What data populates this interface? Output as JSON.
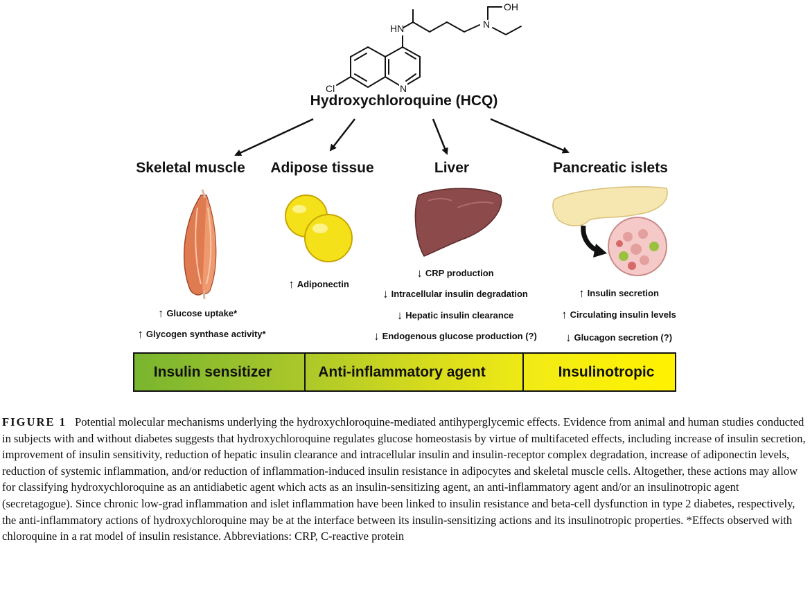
{
  "diagram": {
    "drug": {
      "title": "Hydroxychloroquine (HCQ)",
      "atoms": {
        "hn": "HN",
        "n_amine": "N",
        "oh": "OH",
        "cl": "Cl",
        "n_ring": "N"
      }
    },
    "targets": [
      {
        "id": "muscle",
        "title": "Skeletal muscle",
        "icon": "muscle-icon",
        "effects": [
          {
            "dir": "up",
            "text": "Glucose uptake*"
          },
          {
            "dir": "up",
            "text": "Glycogen synthase activity*"
          }
        ]
      },
      {
        "id": "adipose",
        "title": "Adipose tissue",
        "icon": "adipocyte-icon",
        "effects": [
          {
            "dir": "up",
            "text": "Adiponectin"
          }
        ]
      },
      {
        "id": "liver",
        "title": "Liver",
        "icon": "liver-icon",
        "effects": [
          {
            "dir": "down",
            "text": "CRP production"
          },
          {
            "dir": "down",
            "text": "Intracellular insulin degradation"
          },
          {
            "dir": "down",
            "text": "Hepatic insulin clearance"
          },
          {
            "dir": "down",
            "text": "Endogenous glucose production (?)"
          }
        ]
      },
      {
        "id": "pancreas",
        "title": "Pancreatic islets",
        "icon": "pancreas-islet-icon",
        "effects": [
          {
            "dir": "up",
            "text": "Insulin secretion"
          },
          {
            "dir": "up",
            "text": "Circulating insulin levels"
          },
          {
            "dir": "down",
            "text": "Glucagon secretion (?)"
          }
        ]
      }
    ],
    "bar": {
      "left": "Insulin sensitizer",
      "center": "Anti-inflammatory agent",
      "right": "Insulinotropic"
    },
    "colors": {
      "bar_start": "#79b52f",
      "bar_end": "#fff200",
      "muscle": "#e07a50",
      "fat": "#f5e11a",
      "liver": "#8c4a4a",
      "pancreas": "#f6e6b0"
    }
  },
  "caption": {
    "label": "FIGURE 1",
    "text": "Potential molecular mechanisms underlying the hydroxychloroquine-mediated antihyperglycemic effects. Evidence from animal and human studies conducted in subjects with and without diabetes suggests that hydroxychloroquine regulates glucose homeostasis by virtue of multifaceted effects, including increase of insulin secretion, improvement of insulin sensitivity, reduction of hepatic insulin clearance and intracellular insulin and insulin-receptor complex degradation, increase of adiponectin levels, reduction of systemic inflammation, and/or reduction of inflammation-induced insulin resistance in adipocytes and skeletal muscle cells. Altogether, these actions may allow for classifying hydroxychloroquine as an antidiabetic agent which acts as an insulin-sensitizing agent, an anti-inflammatory agent and/or an insulinotropic agent (secretagogue). Since chronic low-grad inflammation and islet inflammation have been linked to insulin resistance and beta-cell dysfunction in type 2 diabetes, respectively, the anti-inflammatory actions of hydroxychloroquine may be at the interface between its insulin-sensitizing actions and its insulinotropic properties. *Effects observed with chloroquine in a rat model of insulin resistance. Abbreviations: CRP, C-reactive protein"
  }
}
